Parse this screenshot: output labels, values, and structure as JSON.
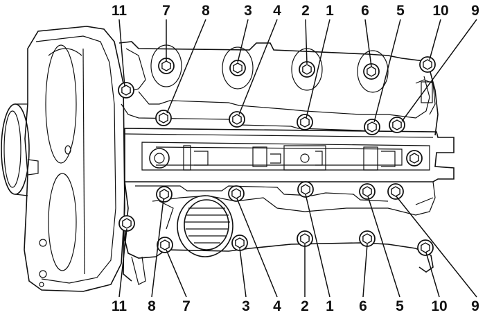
{
  "callouts_top": [
    "11",
    "7",
    "8",
    "3",
    "4",
    "2",
    "1",
    "6",
    "5",
    "10",
    "9"
  ],
  "callouts_bottom": [
    "11",
    "8",
    "7",
    "3",
    "4",
    "2",
    "1",
    "6",
    "5",
    "10",
    "9"
  ]
}
